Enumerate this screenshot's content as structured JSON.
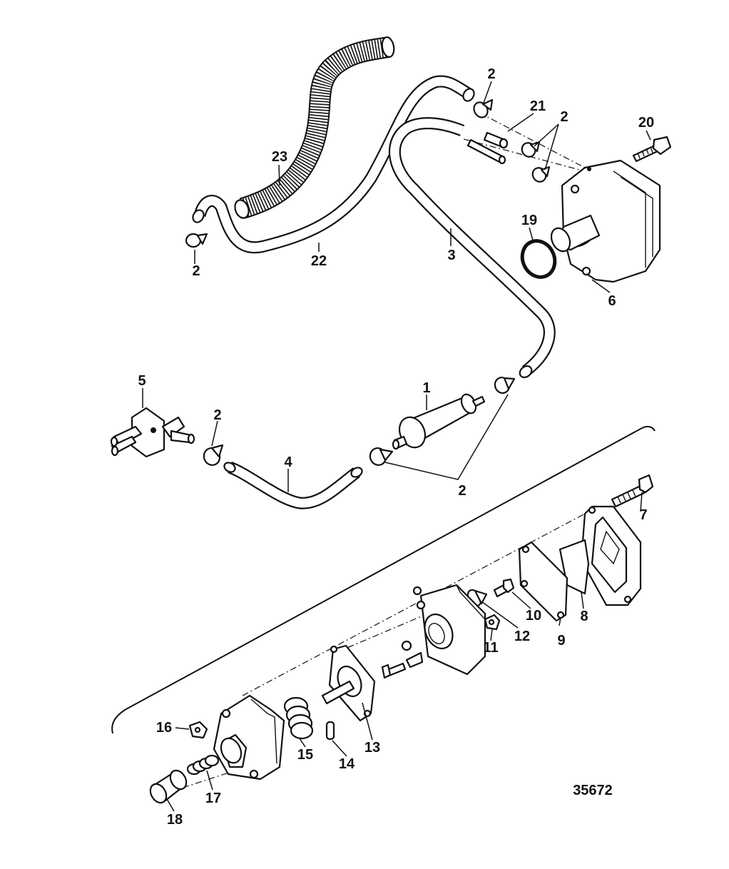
{
  "figure_number": "35672",
  "callouts": {
    "c1": "1",
    "c2a": "2",
    "c2b": "2",
    "c2c": "2",
    "c2d": "2",
    "c2e": "2",
    "c3": "3",
    "c4": "4",
    "c5": "5",
    "c6": "6",
    "c7": "7",
    "c8": "8",
    "c9": "9",
    "c10": "10",
    "c11": "11",
    "c12": "12",
    "c13": "13",
    "c14": "14",
    "c15": "15",
    "c16": "16",
    "c17": "17",
    "c18": "18",
    "c19": "19",
    "c20": "20",
    "c21": "21",
    "c22": "22",
    "c23": "23"
  }
}
